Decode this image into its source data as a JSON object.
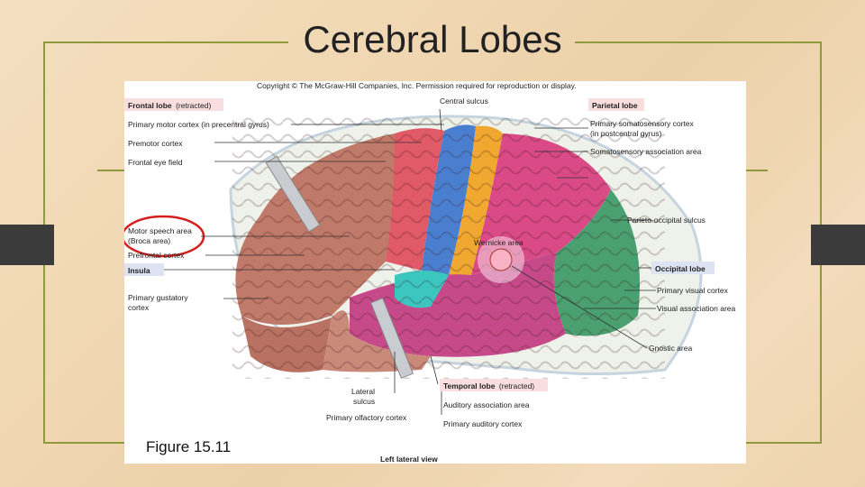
{
  "slide": {
    "title": "Cerebral Lobes",
    "caption": "Figure 15.11"
  },
  "figure": {
    "copyright": "Copyright © The McGraw-Hill Companies, Inc. Permission required for reproduction or display.",
    "view_label": "Left lateral view",
    "labels": {
      "frontal_lobe": "Frontal lobe",
      "frontal_lobe_note": "(retracted)",
      "primary_motor": "Primary motor cortex (in precentral gyrus)",
      "premotor": "Premotor cortex",
      "frontal_eye": "Frontal eye field",
      "motor_speech_1": "Motor speech area",
      "motor_speech_2": "(Broca area)",
      "prefrontal": "Prefrontal cortex",
      "insula": "Insula",
      "gustatory_1": "Primary gustatory",
      "gustatory_2": "cortex",
      "central_sulcus": "Central sulcus",
      "parietal_lobe": "Parietal lobe",
      "somatosensory_1": "Primary somatosensory cortex",
      "somatosensory_2": "(in postcentral gyrus)",
      "somato_assoc": "Somatosensory association area",
      "parieto_occipital": "Parieto-occipital sulcus",
      "wernicke": "Wernicke area",
      "occipital_lobe": "Occipital lobe",
      "primary_visual": "Primary visual cortex",
      "visual_assoc": "Visual association area",
      "gnostic": "Gnostic area",
      "temporal_lobe": "Temporal lobe",
      "temporal_lobe_note": "(retracted)",
      "auditory_assoc": "Auditory association area",
      "primary_auditory": "Primary auditory cortex",
      "lateral_1": "Lateral",
      "lateral_2": "sulcus",
      "olfactory": "Primary olfactory cortex"
    },
    "colors": {
      "frontal": "#c07a6a",
      "premotor": "#e05a68",
      "primary_motor": "#4a7fd0",
      "somatosensory": "#f0a830",
      "parietal_assoc": "#d94a86",
      "occipital": "#4aa070",
      "temporal": "#c64a8a",
      "insula": "#3cc6c0",
      "broca_highlight": "#d41f1f"
    }
  }
}
